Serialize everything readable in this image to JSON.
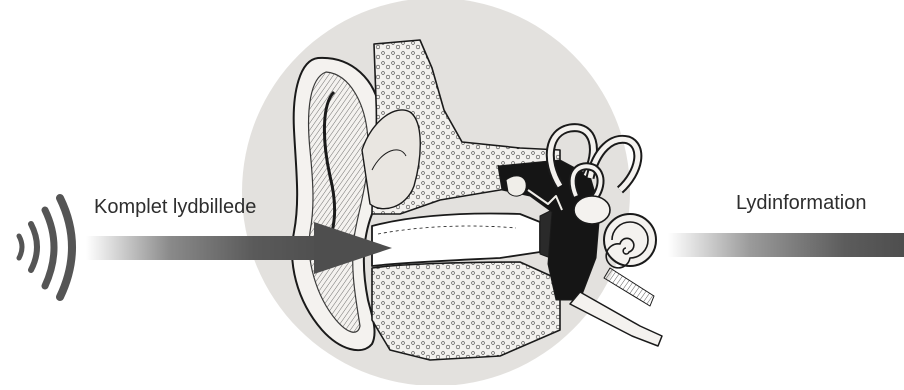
{
  "labels": {
    "input": "Komplet lydbillede",
    "output": "Lydinformation"
  },
  "icons": {
    "sound_waves": "sound-waves-icon",
    "ear": "ear-anatomy-illustration"
  },
  "colors": {
    "background_circle": "#e3e1de",
    "arrow_dark": "#4e4e4e",
    "arrow_light": "#ffffff",
    "sound_waves": "#555555",
    "ink": "#1a1a1a"
  }
}
